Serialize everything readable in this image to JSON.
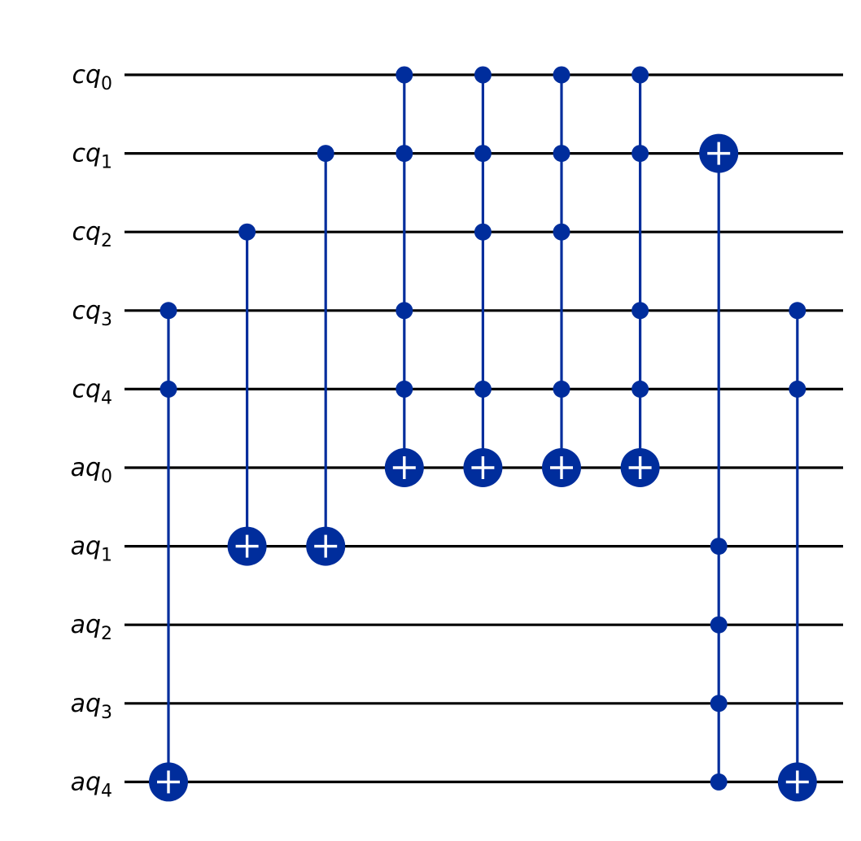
{
  "colors": {
    "wire": "#000000",
    "gate": "#002D9C",
    "plus": "#FFFFFF",
    "background": "#FFFFFF"
  },
  "qubits": [
    {
      "name": "cq",
      "index": "0"
    },
    {
      "name": "cq",
      "index": "1"
    },
    {
      "name": "cq",
      "index": "2"
    },
    {
      "name": "cq",
      "index": "3"
    },
    {
      "name": "cq",
      "index": "4"
    },
    {
      "name": "aq",
      "index": "0"
    },
    {
      "name": "aq",
      "index": "1"
    },
    {
      "name": "aq",
      "index": "2"
    },
    {
      "name": "aq",
      "index": "3"
    },
    {
      "name": "aq",
      "index": "4"
    }
  ],
  "gates": [
    {
      "type": "cnot",
      "controls": [
        3,
        4
      ],
      "target": 9
    },
    {
      "type": "cnot",
      "controls": [
        2
      ],
      "target": 6
    },
    {
      "type": "cnot",
      "controls": [
        1
      ],
      "target": 6
    },
    {
      "type": "cnot",
      "controls": [
        0,
        1,
        3,
        4
      ],
      "target": 5
    },
    {
      "type": "cnot",
      "controls": [
        0,
        1,
        2,
        4
      ],
      "target": 5
    },
    {
      "type": "cnot",
      "controls": [
        0,
        1,
        2,
        4
      ],
      "target": 5
    },
    {
      "type": "cnot",
      "controls": [
        0,
        1,
        3,
        4
      ],
      "target": 5
    },
    {
      "type": "cnot",
      "controls": [
        6,
        7,
        8,
        9
      ],
      "target": 1
    },
    {
      "type": "cnot",
      "controls": [
        3,
        4
      ],
      "target": 9
    }
  ]
}
